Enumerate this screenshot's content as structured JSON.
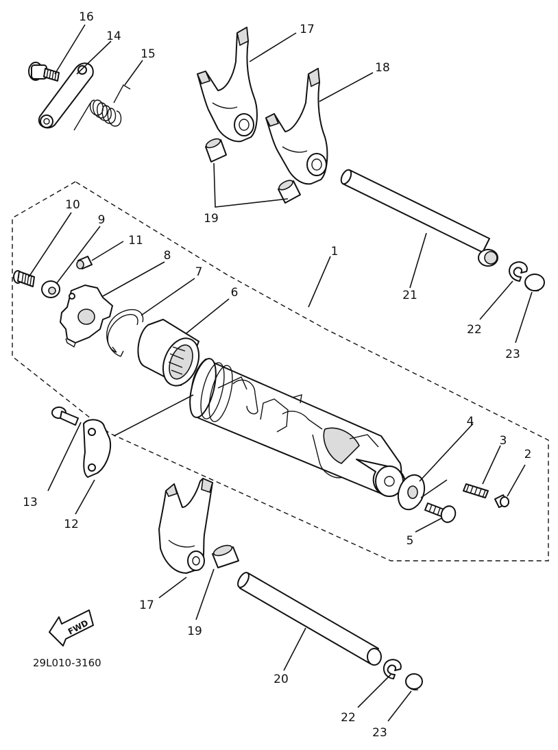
{
  "diagram": {
    "part_code": "29L010-3160",
    "fwd_label": "FWD",
    "callouts": {
      "c1": "1",
      "c2": "2",
      "c3": "3",
      "c4": "4",
      "c5": "5",
      "c6": "6",
      "c7": "7",
      "c8": "8",
      "c9": "9",
      "c10": "10",
      "c11": "11",
      "c12": "12",
      "c13": "13",
      "c14": "14",
      "c15": "15",
      "c16": "16",
      "c17a": "17",
      "c17b": "17",
      "c18": "18",
      "c19a": "19",
      "c19b": "19",
      "c20": "20",
      "c21": "21",
      "c22a": "22",
      "c22b": "22",
      "c23a": "23",
      "c23b": "23"
    }
  }
}
